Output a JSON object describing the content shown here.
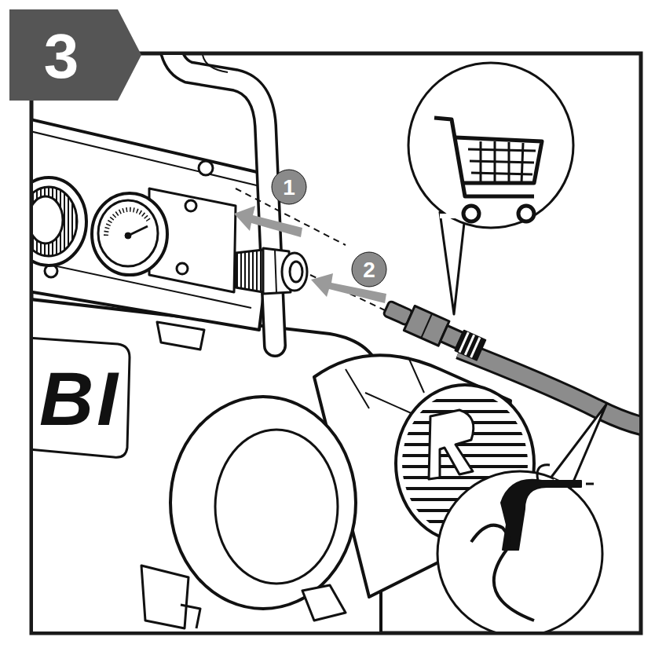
{
  "diagram": {
    "labels": [
      "3",
      "1",
      "2",
      "BI"
    ]
  }
}
